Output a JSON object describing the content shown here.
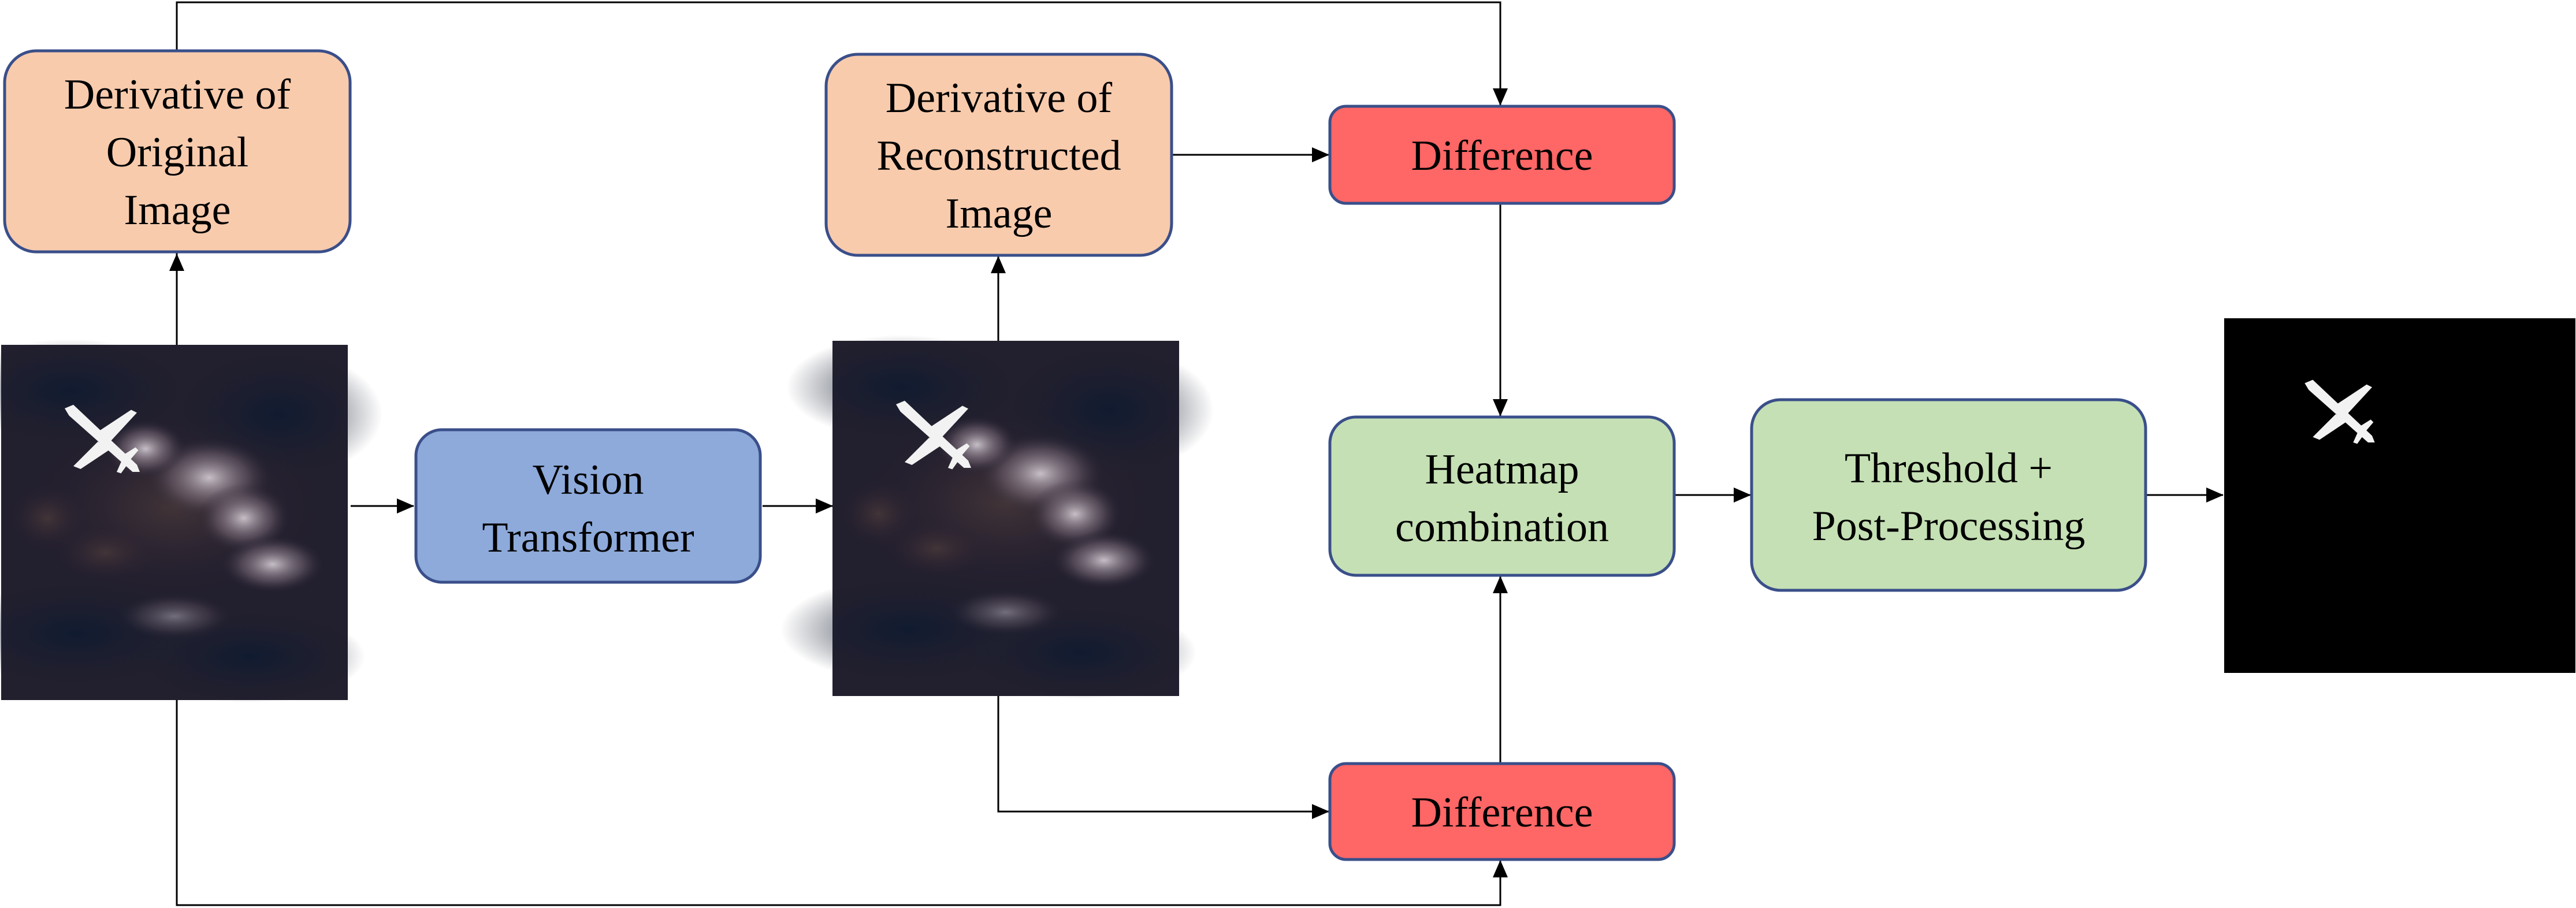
{
  "colors": {
    "derivative": "#f8cbad",
    "vit": "#8eaadb",
    "difference": "#ff6666",
    "combination": "#c5e0b4",
    "border": "#3a4f8a",
    "mask_background": "#000000",
    "mask_object": "#ffffff"
  },
  "nodes": {
    "derivative_original": {
      "lines": [
        "Derivative of",
        "Original",
        "Image"
      ]
    },
    "derivative_reconstructed": {
      "lines": [
        "Derivative of",
        "Reconstructed",
        "Image"
      ]
    },
    "vision_transformer": {
      "lines": [
        "Vision",
        "Transformer"
      ]
    },
    "difference_top": {
      "lines": [
        "Difference"
      ]
    },
    "difference_bottom": {
      "lines": [
        "Difference"
      ]
    },
    "heatmap_combination": {
      "lines": [
        "Heatmap",
        "combination"
      ]
    },
    "threshold": {
      "lines": [
        "Threshold +",
        "Post-Processing"
      ]
    }
  },
  "images": {
    "original": {
      "content": "satellite image with airplane"
    },
    "reconstructed": {
      "content": "reconstructed satellite image with airplane"
    },
    "output_mask": {
      "content": "binary airplane mask"
    }
  }
}
